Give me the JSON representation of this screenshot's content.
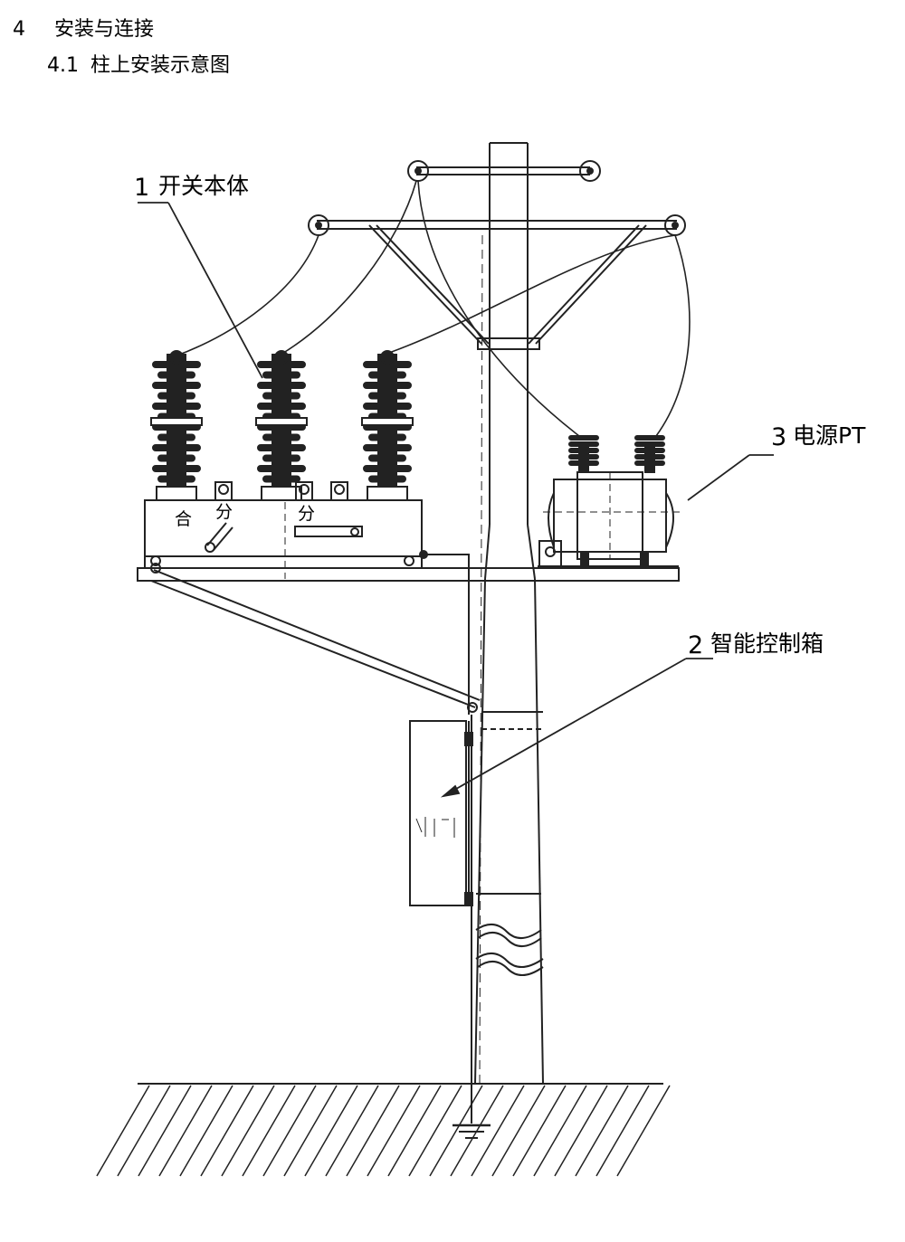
{
  "section": {
    "number": "4",
    "title": "安装与连接",
    "sub_number": "4.1",
    "sub_title": "柱上安装示意图"
  },
  "callouts": [
    {
      "number": "1",
      "label": "开关本体"
    },
    {
      "number": "2",
      "label": "智能控制箱"
    },
    {
      "number": "3",
      "label": "电源PT"
    }
  ],
  "switch_marks": {
    "close": "合",
    "open_1": "分",
    "open_2": "分"
  }
}
